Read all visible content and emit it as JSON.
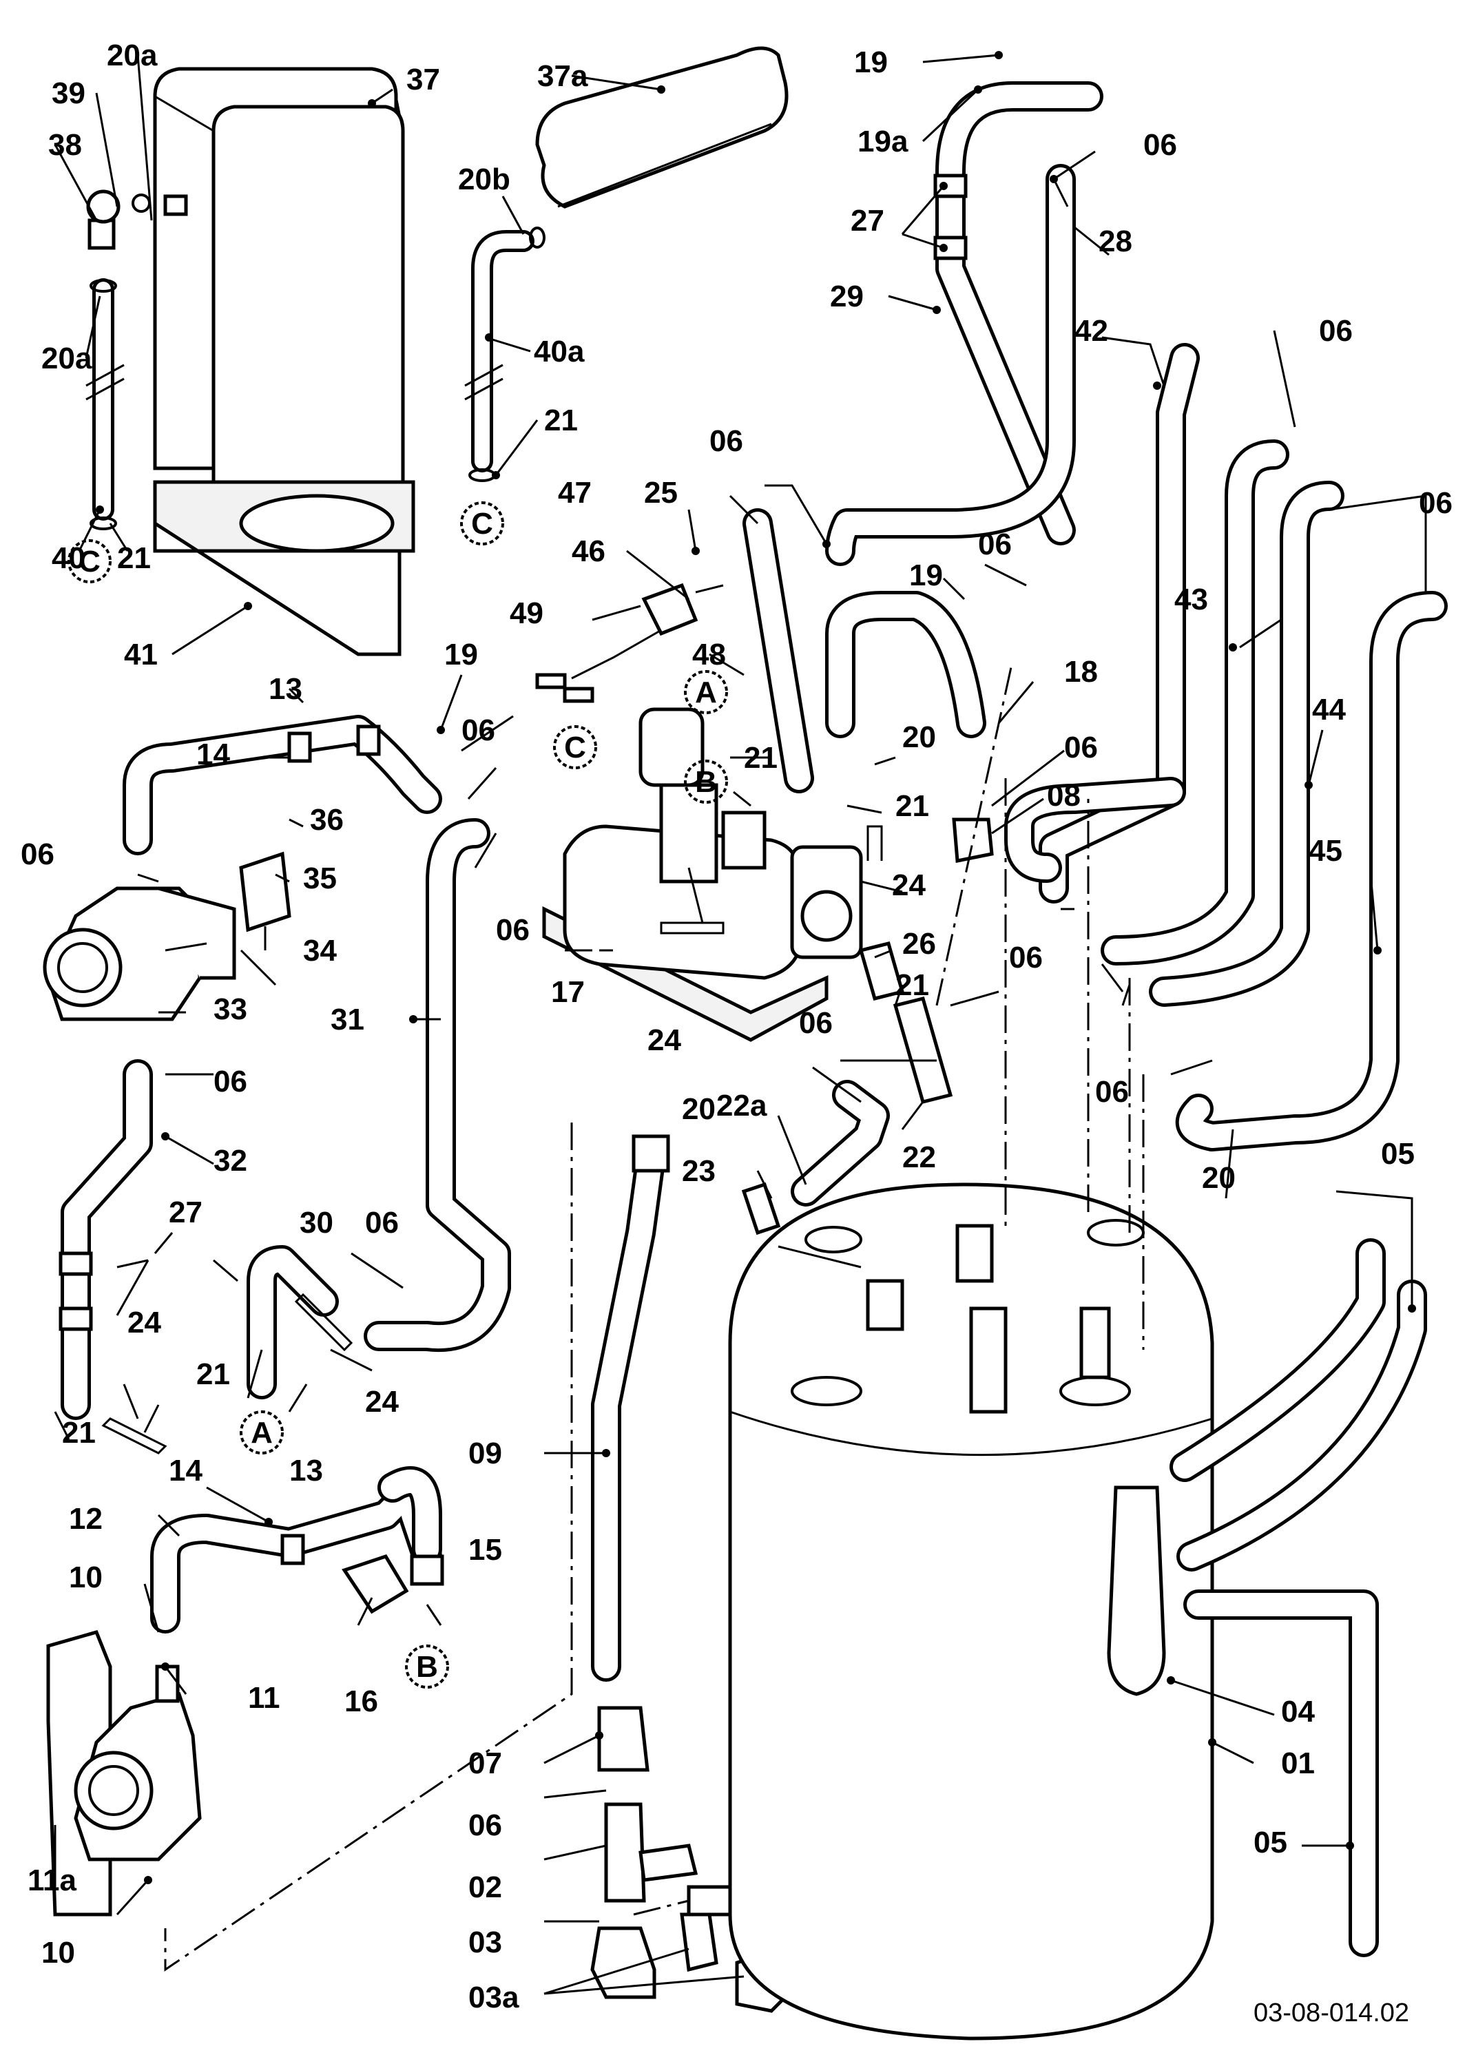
{
  "drawing_id": "03-08-014.02",
  "connectors": [
    "A",
    "B",
    "C"
  ],
  "labels": {
    "l01": "01",
    "l02": "02",
    "l03": "03",
    "l03a": "03a",
    "l04": "04",
    "l05a": "05",
    "l05b": "05",
    "l06": "06",
    "l07": "07",
    "l08": "08",
    "l09": "09",
    "l10": "10",
    "l11": "11",
    "l11a": "11a",
    "l12": "12",
    "l13": "13",
    "l14": "14",
    "l15": "15",
    "l16": "16",
    "l17": "17",
    "l18": "18",
    "l19": "19",
    "l19a": "19a",
    "l20": "20",
    "l20a": "20a",
    "l20b": "20b",
    "l21": "21",
    "l22": "22",
    "l22a": "22a",
    "l23": "23",
    "l24": "24",
    "l25": "25",
    "l26": "26",
    "l27": "27",
    "l28": "28",
    "l29": "29",
    "l30": "30",
    "l31": "31",
    "l32": "32",
    "l33": "33",
    "l34": "34",
    "l35": "35",
    "l36": "36",
    "l37": "37",
    "l37a": "37a",
    "l38": "38",
    "l39": "39",
    "l40": "40",
    "l40a": "40a",
    "l41": "41",
    "l42": "42",
    "l43": "43",
    "l44": "44",
    "l45": "45",
    "l46": "46",
    "l47": "47",
    "l48": "48",
    "l49": "49"
  }
}
